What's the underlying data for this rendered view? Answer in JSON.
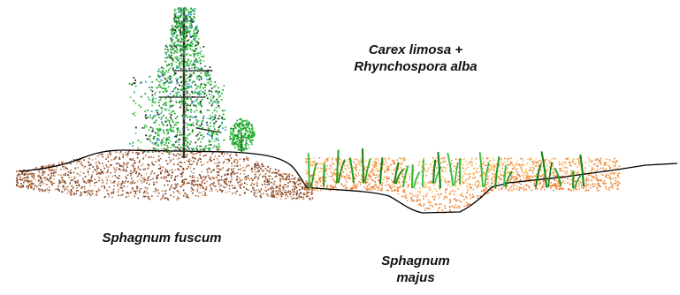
{
  "labels": {
    "carex_line1": "Carex limosa +",
    "carex_line2": "Rhynchospora alba",
    "fuscum": "Sphagnum fuscum",
    "majus_line1": "Sphagnum",
    "majus_line2": "majus"
  },
  "colors": {
    "ground_line": "#000000",
    "hummock_peat": [
      "#7a3b1e",
      "#8b4a2a",
      "#a0522d",
      "#6b2f14",
      "#c08050",
      "#d8a070"
    ],
    "hollow_moss": [
      "#f08c3c",
      "#f5a050",
      "#e87830",
      "#f7c060",
      "#f2d060",
      "#ffb070"
    ],
    "tree_foliage": [
      "#10a020",
      "#30c040",
      "#20b030",
      "#60d060",
      "#1a8a2a",
      "#3aa0d0",
      "#202020"
    ],
    "sedge": [
      "#20a020",
      "#30b830",
      "#108010",
      "#40c040"
    ]
  },
  "icons": [
    "tree-icon",
    "shrub-icon",
    "sedge-icon"
  ]
}
